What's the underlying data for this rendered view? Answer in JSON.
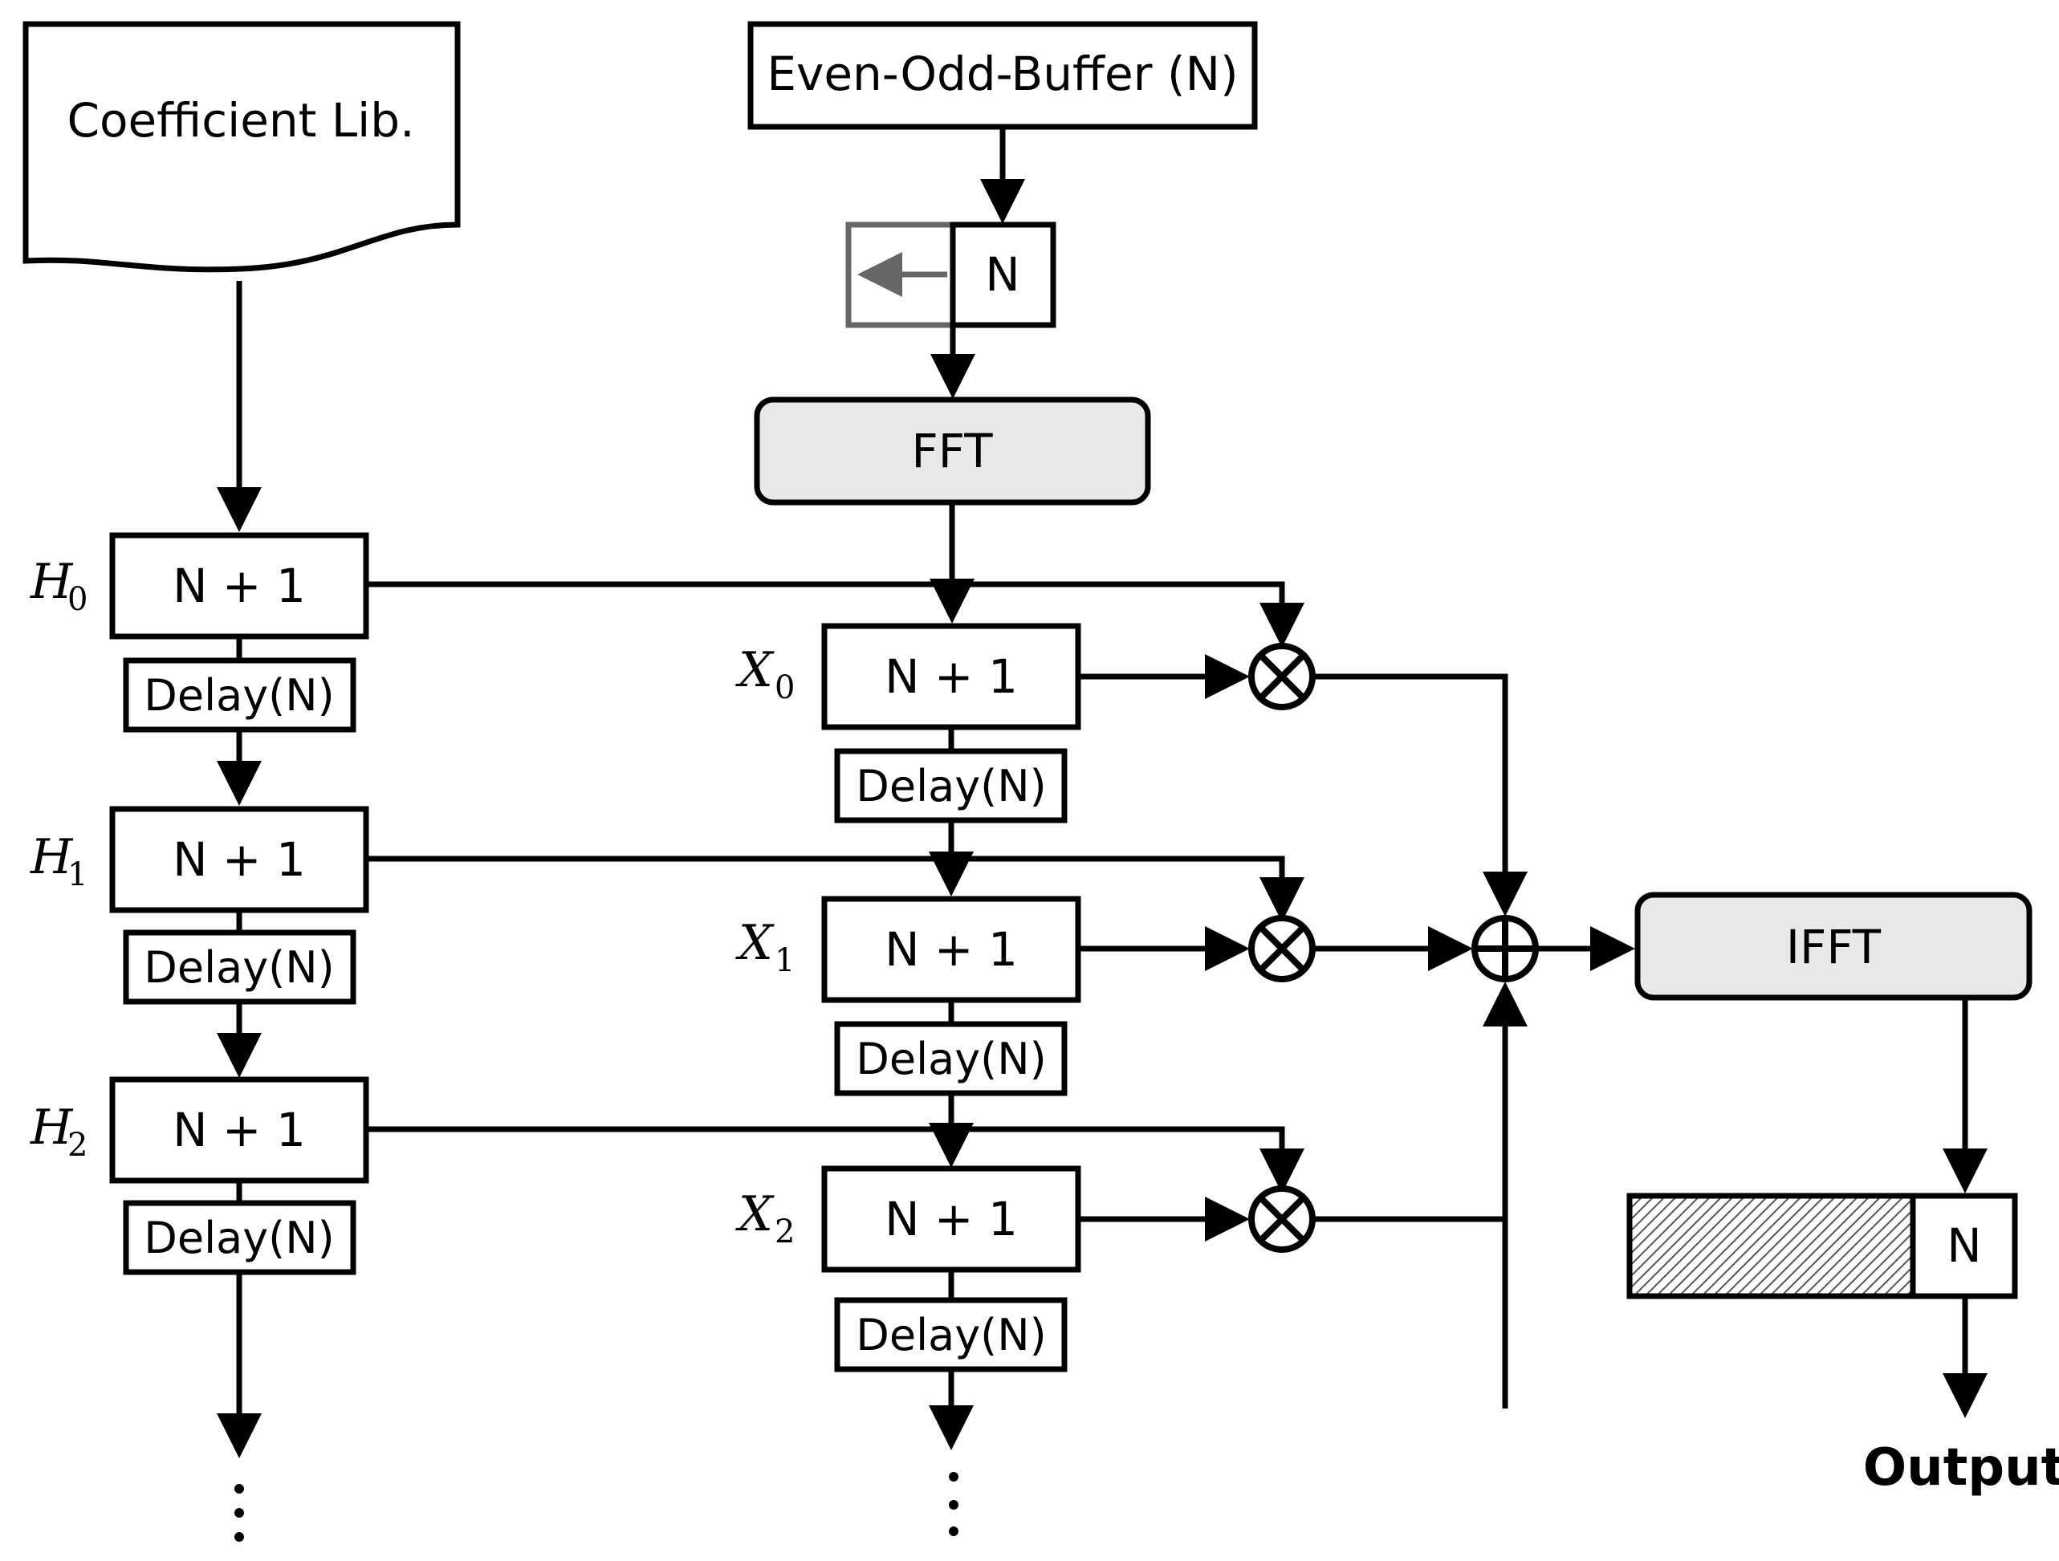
{
  "coefficient_lib": "Coefficient Lib.",
  "even_odd_buffer": "Even-Odd-Buffer (N)",
  "input_n": "N",
  "fft": "FFT",
  "ifft": "IFFT",
  "output_n": "N",
  "output": "Output",
  "h_blocks": [
    {
      "sym": "H",
      "idx": "0",
      "text": "N + 1",
      "delay": "Delay(N)"
    },
    {
      "sym": "H",
      "idx": "1",
      "text": "N + 1",
      "delay": "Delay(N)"
    },
    {
      "sym": "H",
      "idx": "2",
      "text": "N + 1",
      "delay": "Delay(N)"
    }
  ],
  "x_blocks": [
    {
      "sym": "X",
      "idx": "0",
      "text": "N + 1",
      "delay": "Delay(N)"
    },
    {
      "sym": "X",
      "idx": "1",
      "text": "N + 1",
      "delay": "Delay(N)"
    },
    {
      "sym": "X",
      "idx": "2",
      "text": "N + 1",
      "delay": "Delay(N)"
    }
  ]
}
